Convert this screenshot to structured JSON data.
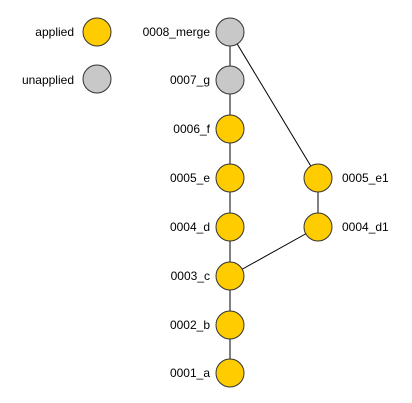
{
  "colors": {
    "applied": "#FFCC00",
    "unapplied": "#C8C8C8",
    "stroke": "#333333",
    "edge": "#000000"
  },
  "legend": [
    {
      "key": "applied",
      "label": "applied"
    },
    {
      "key": "unapplied",
      "label": "unapplied"
    }
  ],
  "nodes": [
    {
      "id": "0008_merge",
      "label": "0008_merge",
      "status": "unapplied"
    },
    {
      "id": "0007_g",
      "label": "0007_g",
      "status": "unapplied"
    },
    {
      "id": "0006_f",
      "label": "0006_f",
      "status": "applied"
    },
    {
      "id": "0005_e",
      "label": "0005_e",
      "status": "applied"
    },
    {
      "id": "0004_d",
      "label": "0004_d",
      "status": "applied"
    },
    {
      "id": "0003_c",
      "label": "0003_c",
      "status": "applied"
    },
    {
      "id": "0002_b",
      "label": "0002_b",
      "status": "applied"
    },
    {
      "id": "0001_a",
      "label": "0001_a",
      "status": "applied"
    },
    {
      "id": "0005_e1",
      "label": "0005_e1",
      "status": "applied"
    },
    {
      "id": "0004_d1",
      "label": "0004_d1",
      "status": "applied"
    }
  ],
  "edges": [
    [
      "0008_merge",
      "0007_g"
    ],
    [
      "0007_g",
      "0006_f"
    ],
    [
      "0006_f",
      "0005_e"
    ],
    [
      "0005_e",
      "0004_d"
    ],
    [
      "0004_d",
      "0003_c"
    ],
    [
      "0003_c",
      "0002_b"
    ],
    [
      "0002_b",
      "0001_a"
    ],
    [
      "0008_merge",
      "0005_e1"
    ],
    [
      "0005_e1",
      "0004_d1"
    ],
    [
      "0004_d1",
      "0003_c"
    ]
  ]
}
